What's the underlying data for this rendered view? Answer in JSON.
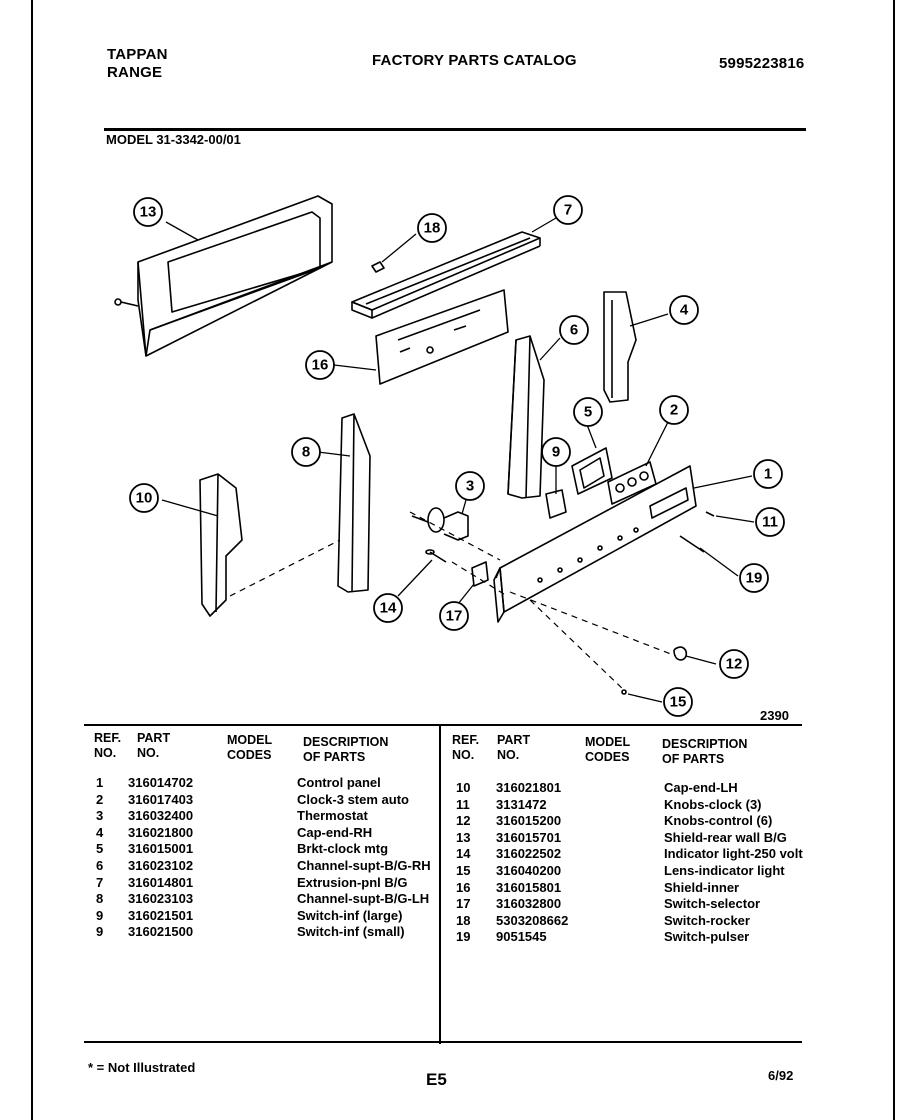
{
  "header": {
    "brand_line1": "TAPPAN",
    "brand_line2": "RANGE",
    "catalog_title": "FACTORY PARTS CATALOG",
    "catalog_number": "5995223816",
    "model": "MODEL 31-3342-00/01"
  },
  "diagram": {
    "figure_number": "2390",
    "callouts": [
      "1",
      "2",
      "3",
      "4",
      "5",
      "6",
      "7",
      "8",
      "9",
      "10",
      "11",
      "12",
      "13",
      "14",
      "15",
      "16",
      "17",
      "18",
      "19"
    ]
  },
  "table": {
    "headers": {
      "ref": "REF.",
      "no": "NO.",
      "part": "PART",
      "part_no": "NO.",
      "model": "MODEL",
      "codes": "CODES",
      "description": "DESCRIPTION",
      "of_parts": "OF PARTS"
    },
    "left": [
      {
        "ref": "1",
        "part": "316014702",
        "desc": "Control panel"
      },
      {
        "ref": "2",
        "part": "316017403",
        "desc": "Clock-3 stem auto"
      },
      {
        "ref": "3",
        "part": "316032400",
        "desc": "Thermostat"
      },
      {
        "ref": "4",
        "part": "316021800",
        "desc": "Cap-end-RH"
      },
      {
        "ref": "5",
        "part": "316015001",
        "desc": "Brkt-clock mtg"
      },
      {
        "ref": "6",
        "part": "316023102",
        "desc": "Channel-supt-B/G-RH"
      },
      {
        "ref": "7",
        "part": "316014801",
        "desc": "Extrusion-pnl B/G"
      },
      {
        "ref": "8",
        "part": "316023103",
        "desc": "Channel-supt-B/G-LH"
      },
      {
        "ref": "9",
        "part": "316021501",
        "desc": "Switch-inf (large)"
      },
      {
        "ref": "9",
        "part": "316021500",
        "desc": "Switch-inf (small)"
      }
    ],
    "right": [
      {
        "ref": "10",
        "part": "316021801",
        "desc": "Cap-end-LH"
      },
      {
        "ref": "11",
        "part": "3131472",
        "desc": "Knobs-clock (3)"
      },
      {
        "ref": "12",
        "part": "316015200",
        "desc": "Knobs-control (6)"
      },
      {
        "ref": "13",
        "part": "316015701",
        "desc": "Shield-rear wall B/G"
      },
      {
        "ref": "14",
        "part": "316022502",
        "desc": "Indicator light-250 volt"
      },
      {
        "ref": "15",
        "part": "316040200",
        "desc": "Lens-indicator light"
      },
      {
        "ref": "16",
        "part": "316015801",
        "desc": "Shield-inner"
      },
      {
        "ref": "17",
        "part": "316032800",
        "desc": "Switch-selector"
      },
      {
        "ref": "18",
        "part": "5303208662",
        "desc": "Switch-rocker"
      },
      {
        "ref": "19",
        "part": "9051545",
        "desc": "Switch-pulser"
      }
    ]
  },
  "footer": {
    "note": "* = Not Illustrated",
    "page": "E5",
    "date": "6/92"
  }
}
